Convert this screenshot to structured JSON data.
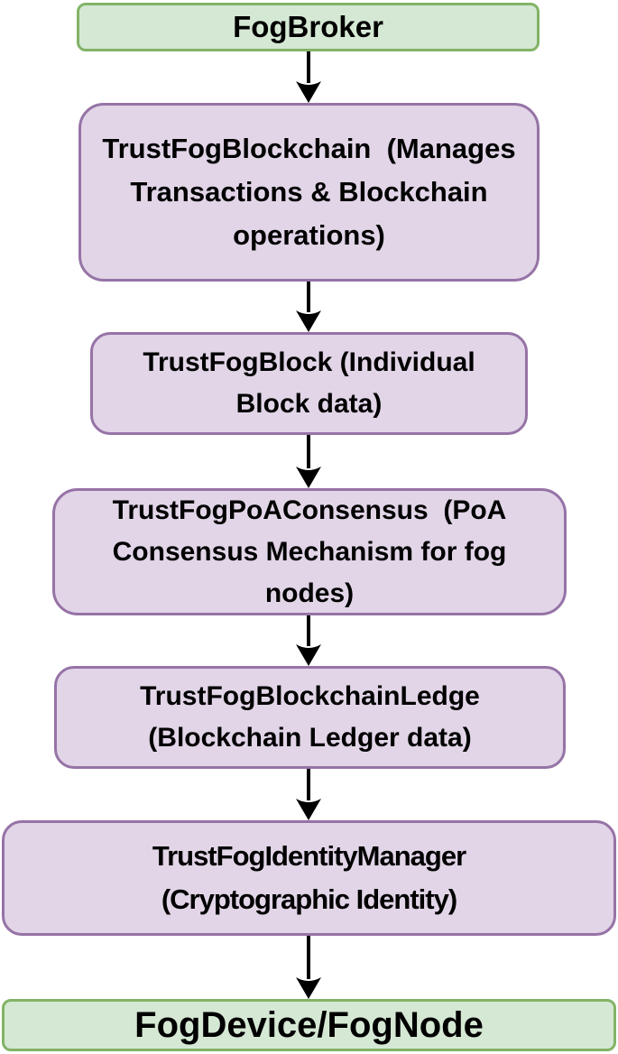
{
  "diagram": {
    "type": "flowchart",
    "direction": "top-down",
    "nodes": [
      {
        "id": "fogbroker",
        "type": "green",
        "label": "FogBroker"
      },
      {
        "id": "trustfogblockchain",
        "type": "purple",
        "label": "TrustFogBlockchain  (Manages\nTransactions & Blockchain\noperations)"
      },
      {
        "id": "trustfogblock",
        "type": "purple",
        "label": "TrustFogBlock (Individual\nBlock data)"
      },
      {
        "id": "trustfogpoaconsensus",
        "type": "purple",
        "label": "TrustFogPoAConsensus  (PoA\nConsensus Mechanism for fog\nnodes)"
      },
      {
        "id": "trustfogblockchainledge",
        "type": "purple",
        "label": "TrustFogBlockchainLedge\n(Blockchain Ledger data)"
      },
      {
        "id": "trustfogidentitymanager",
        "type": "purple",
        "label": "TrustFogIdentityManager\n(Cryptographic Identity)"
      },
      {
        "id": "fogdevice",
        "type": "green",
        "label": "FogDevice/FogNode"
      }
    ],
    "edges": [
      {
        "from": "FogBroker",
        "to": "TrustFogBlockchain"
      },
      {
        "from": "TrustFogBlockchain",
        "to": "TrustFogBlock"
      },
      {
        "from": "TrustFogBlock",
        "to": "TrustFogPoAConsensus"
      },
      {
        "from": "TrustFogPoAConsensus",
        "to": "TrustFogBlockchainLedge"
      },
      {
        "from": "TrustFogBlockchainLedge",
        "to": "TrustFogIdentityManager"
      },
      {
        "from": "TrustFogIdentityManager",
        "to": "FogDevice/FogNode"
      }
    ],
    "colors": {
      "green_fill": "#d5e8d4",
      "green_border": "#82b366",
      "purple_fill": "#e1d5e7",
      "purple_border": "#9673a6",
      "text": "#000000",
      "arrow": "#000000",
      "background": "#ffffff"
    }
  }
}
